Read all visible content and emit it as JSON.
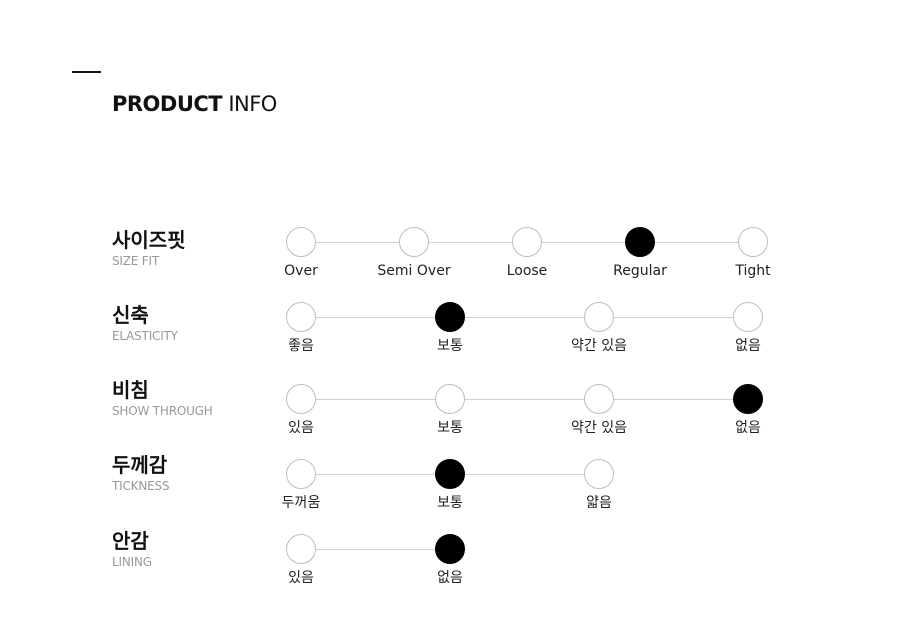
{
  "header": {
    "title_bold": "PRODUCT",
    "title_light": "INFO"
  },
  "rows": [
    {
      "label": "사이즈핏",
      "sub": "SIZE FIT",
      "options": [
        "Over",
        "Semi Over",
        "Loose",
        "Regular",
        "Tight"
      ],
      "selected": 3
    },
    {
      "label": "신축",
      "sub": "ELASTICITY",
      "options": [
        "좋음",
        "보통",
        "약간 있음",
        "없음"
      ],
      "selected": 1
    },
    {
      "label": "비침",
      "sub": "SHOW THROUGH",
      "options": [
        "있음",
        "보통",
        "약간 있음",
        "없음"
      ],
      "selected": 3
    },
    {
      "label": "두께감",
      "sub": "TICKNESS",
      "options": [
        "두꺼움",
        "보통",
        "얇음"
      ],
      "selected": 1
    },
    {
      "label": "안감",
      "sub": "LINING",
      "options": [
        "있음",
        "없음"
      ],
      "selected": 1
    }
  ]
}
